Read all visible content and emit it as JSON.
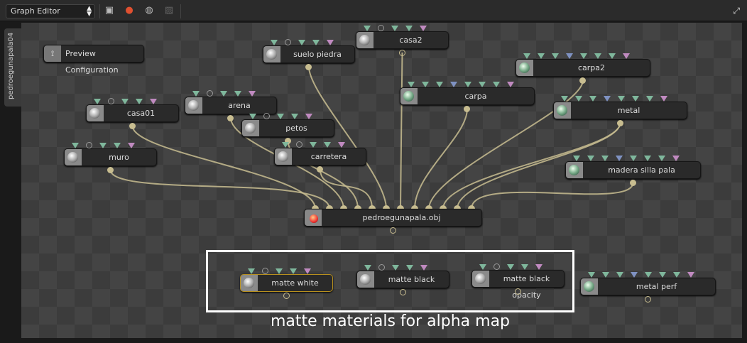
{
  "toolbar": {
    "editor": "Graph Editor",
    "icons": [
      "render-preview-icon",
      "material-preview-icon",
      "sphere-preview-icon",
      "disabled-preview-icon"
    ]
  },
  "sidetab": {
    "label": "pedroegunapala04"
  },
  "preview_node": {
    "label": "Preview Configuration"
  },
  "colors": {
    "wire": "#c8bd90",
    "port_green": "#7fb79c",
    "port_blue": "#7f92c2",
    "port_pink": "#c08ac0",
    "selected": "#b8901e"
  },
  "nodes": [
    {
      "id": "suelo-piedra",
      "label": "suelo piedra"
    },
    {
      "id": "casa2",
      "label": "casa2"
    },
    {
      "id": "carpa2",
      "label": "carpa2"
    },
    {
      "id": "carpa",
      "label": "carpa"
    },
    {
      "id": "metal",
      "label": "metal"
    },
    {
      "id": "arena",
      "label": "arena"
    },
    {
      "id": "casa01",
      "label": "casa01"
    },
    {
      "id": "petos",
      "label": "petos"
    },
    {
      "id": "muro",
      "label": "muro"
    },
    {
      "id": "carretera",
      "label": "carretera"
    },
    {
      "id": "madera-silla-pala",
      "label": "madera silla pala"
    },
    {
      "id": "pedroegunapala-obj",
      "label": "pedroegunapala.obj"
    },
    {
      "id": "matte-white",
      "label": "matte white"
    },
    {
      "id": "matte-black",
      "label": "matte black"
    },
    {
      "id": "matte-black-opacity",
      "label": "matte black opacity"
    },
    {
      "id": "metal-perf",
      "label": "metal perf"
    }
  ],
  "caption": "matte materials for alpha map"
}
